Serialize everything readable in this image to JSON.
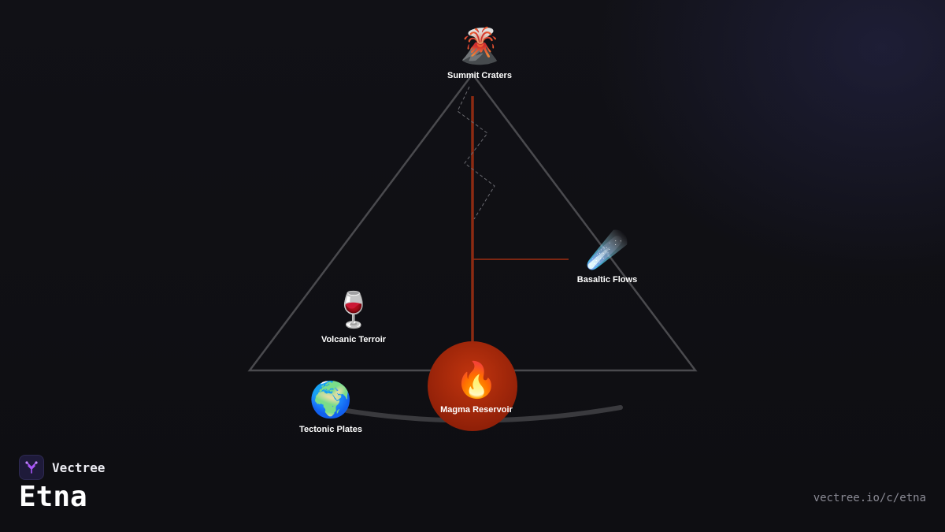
{
  "brand": {
    "name": "Vectree",
    "logo_icon": "tree-branch-icon",
    "accent": "#a855f7"
  },
  "title": "Etna",
  "footer": {
    "url": "vectree.io/c/etna"
  },
  "colors": {
    "outline": "#4a4a4e",
    "conduit": "#8c2a12",
    "reservoir": "#b02a0a",
    "base_arc": "#3a3a3e"
  },
  "diagram": {
    "nodes": [
      {
        "id": "summit",
        "label": "Summit Craters",
        "icon": "🌋",
        "icon_name": "volcano-icon"
      },
      {
        "id": "flows",
        "label": "Basaltic Flows",
        "icon": "☄️",
        "icon_name": "comet-icon"
      },
      {
        "id": "terroir",
        "label": "Volcanic Terroir",
        "icon": "🍷",
        "icon_name": "wine-glass-icon"
      },
      {
        "id": "reservoir",
        "label": "Magma Reservoir",
        "icon": "🔥",
        "icon_name": "fire-icon"
      },
      {
        "id": "plates",
        "label": "Tectonic Plates",
        "icon": "🌍",
        "icon_name": "globe-icon"
      }
    ]
  }
}
